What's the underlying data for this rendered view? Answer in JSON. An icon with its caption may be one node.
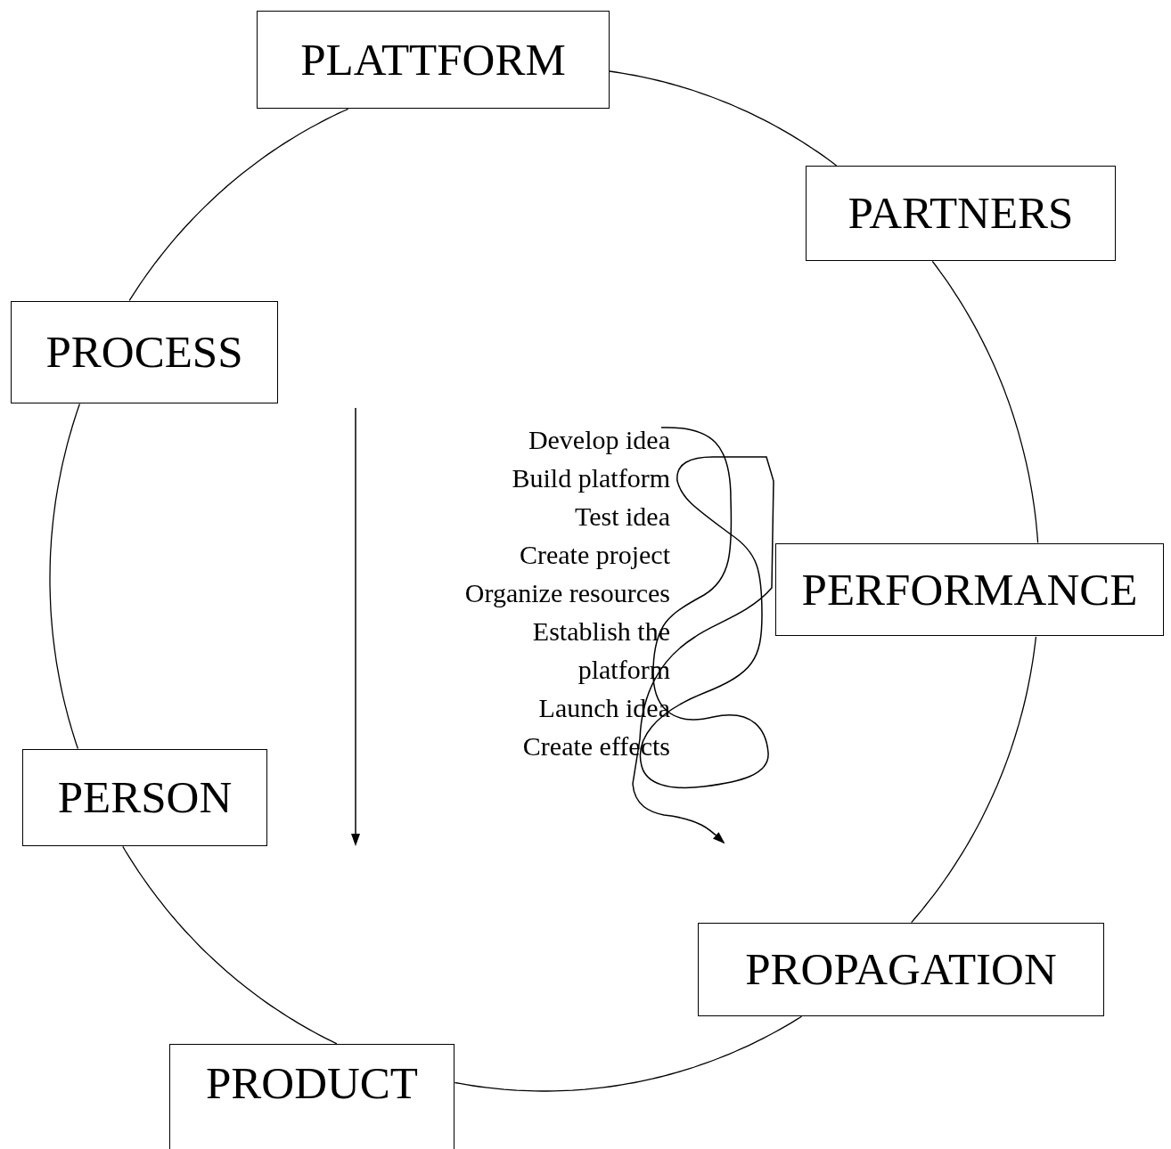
{
  "diagram": {
    "nodes": [
      {
        "text": [
          "PLATTFORM"
        ]
      },
      {
        "text": [
          "PARTNERS"
        ]
      },
      {
        "text": [
          "PROCESS"
        ]
      },
      {
        "text": [
          "PERFORMANCE"
        ]
      },
      {
        "text": [
          "PERSON"
        ]
      },
      {
        "text": [
          "PROPAGATION"
        ]
      },
      {
        "text": [
          "PRODUCT"
        ]
      }
    ],
    "edges": [
      {
        "from": 0,
        "to": 1,
        "arrow": "none"
      },
      {
        "from": 1,
        "to": 3,
        "arrow": "none"
      },
      {
        "from": 3,
        "to": 5,
        "arrow": "none"
      },
      {
        "from": 5,
        "to": 6,
        "arrow": "none"
      },
      {
        "from": 6,
        "to": 4,
        "arrow": "none"
      },
      {
        "from": 4,
        "to": 2,
        "arrow": "none"
      },
      {
        "from": 2,
        "to": 0,
        "arrow": "none"
      }
    ],
    "labels": [
      "Develop idea",
      "Build platform",
      "Test idea",
      "Create project",
      "Organize resources",
      "Establish the platform",
      "Launch idea",
      "Create effects"
    ]
  }
}
